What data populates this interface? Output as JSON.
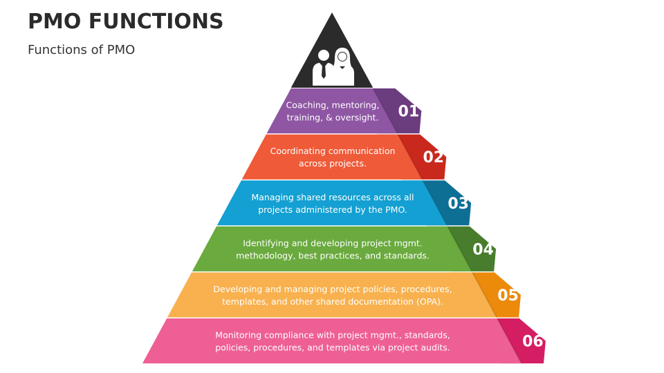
{
  "header": {
    "title": "PMO FUNCTIONS",
    "subtitle": "Functions of PMO"
  },
  "apex": {
    "icon": "people-icon",
    "color": "#2b2b2b"
  },
  "tiers": [
    {
      "number": "01",
      "lines": [
        "Coaching, mentoring,",
        "training, & oversight."
      ],
      "color": "#8e56a3",
      "dark": "#6b3d7f"
    },
    {
      "number": "02",
      "lines": [
        "Coordinating communication",
        "across projects."
      ],
      "color": "#ef5a38",
      "dark": "#c9281c"
    },
    {
      "number": "03",
      "lines": [
        "Managing shared resources across all",
        "projects administered by the PMO."
      ],
      "color": "#14a0d2",
      "dark": "#0e6f95"
    },
    {
      "number": "04",
      "lines": [
        "Identifying and developing project mgmt.",
        "methodology, best practices, and standards."
      ],
      "color": "#6aaa3e",
      "dark": "#477d2c"
    },
    {
      "number": "05",
      "lines": [
        "Developing and managing project policies, procedures,",
        "templates, and other shared documentation (OPA)."
      ],
      "color": "#f8b14e",
      "dark": "#ec8a0c"
    },
    {
      "number": "06",
      "lines": [
        "Monitoring compliance with project mgmt., standards,",
        "policies, procedures, and templates via project audits."
      ],
      "color": "#ee5f95",
      "dark": "#d41d62"
    }
  ]
}
